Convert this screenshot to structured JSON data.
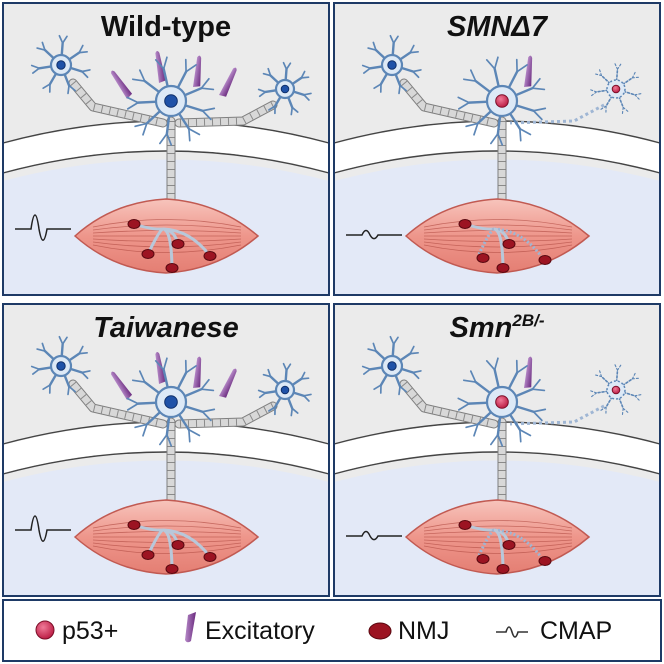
{
  "panels": [
    {
      "id": "wild-type",
      "title": "Wild-type",
      "sup": "",
      "italic": false,
      "p53_positive": false,
      "nmj_denervated": false,
      "cmap": "normal",
      "interneurons_degenerated": false
    },
    {
      "id": "smn-delta7",
      "title": "SMNΔ7",
      "sup": "",
      "italic": true,
      "p53_positive": true,
      "nmj_denervated": true,
      "cmap": "reduced",
      "interneurons_degenerated": true
    },
    {
      "id": "taiwanese",
      "title": "Taiwanese",
      "sup": "",
      "italic": true,
      "p53_positive": false,
      "nmj_denervated": false,
      "cmap": "normal",
      "interneurons_degenerated": false
    },
    {
      "id": "smn-2b",
      "title": "Smn",
      "sup": "2B/-",
      "italic": true,
      "p53_positive": true,
      "nmj_denervated": true,
      "cmap": "reduced",
      "interneurons_degenerated": true
    }
  ],
  "legend": {
    "p53": "p53+",
    "excitatory": "Excitatory",
    "nmj": "NMJ",
    "cmap": "CMAP"
  },
  "colors": {
    "frame": "#1e3a66",
    "upper_bg": "#ebebeb",
    "lower_bg": "#e3e9f7",
    "neuron_fill": "#dde9f6",
    "neuron_stroke": "#5c86b6",
    "nucleus_normal": "#1f52a8",
    "nucleus_p53": "#c8244e",
    "excitatory": "#7a3a8c",
    "muscle": "#ef9a90",
    "nmj": "#9c1422",
    "axon": "#d8d8d8"
  }
}
